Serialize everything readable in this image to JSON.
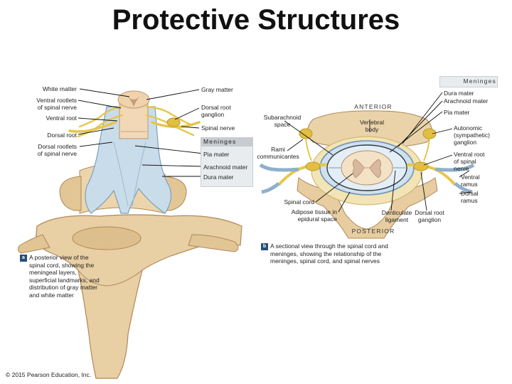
{
  "title": "Protective Structures",
  "panel_a": {
    "badge": "a",
    "caption": "A posterior view of the spinal cord, showing the meningeal layers, superficial landmarks, and distribution of gray matter and white matter",
    "labels": {
      "white_matter": "White matter",
      "ventral_rootlets": "Ventral rootlets\nof spinal nerve",
      "ventral_root": "Ventral root",
      "dorsal_root": "Dorsal root",
      "dorsal_rootlets": "Dorsal rootlets\nof spinal nerve",
      "gray_matter": "Gray matter",
      "dorsal_root_ganglion": "Dorsal root\nganglion",
      "spinal_nerve": "Spinal nerve"
    },
    "meninges_box": {
      "heading": "Meninges",
      "items": [
        "Pia mater",
        "Arachnoid mater",
        "Dura mater"
      ]
    }
  },
  "panel_b": {
    "badge": "b",
    "caption": "A sectional view through the spinal cord and meninges, showing the relationship of the meninges, spinal cord, and spinal nerves",
    "anterior": "ANTERIOR",
    "posterior": "POSTERIOR",
    "meninges_box": {
      "heading": "Meninges",
      "items": [
        "Dura mater",
        "Arachnoid mater",
        "Pia mater"
      ]
    },
    "labels": {
      "subarachnoid_space": "Subarachnoid\nspace",
      "vertebral_body": "Vertebral\nbody",
      "rami_communicantes": "Rami\ncommunicantes",
      "autonomic_ganglion": "Autonomic\n(sympathetic)\nganglion",
      "ventral_root": "Ventral root\nof spinal\nnerve",
      "ventral_ramus": "Ventral\nramus",
      "dorsal_ramus": "Dorsal\nramus",
      "spinal_cord": "Spinal cord",
      "adipose_tissue": "Adipose tissue in\nepidural space",
      "denticulate_ligament": "Denticulate\nligament",
      "dorsal_root_ganglion": "Dorsal root\nganglion"
    }
  },
  "copyright": "© 2015 Pearson Education, Inc."
}
